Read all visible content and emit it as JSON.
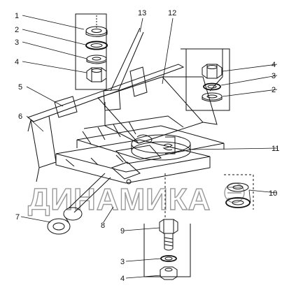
{
  "callouts": {
    "c1": "1",
    "c2_left": "2",
    "c3_left": "3",
    "c4_left": "4",
    "c5": "5",
    "c6": "6",
    "c7": "7",
    "c8": "8",
    "c9": "9",
    "c10": "10",
    "c11": "11",
    "c12": "12",
    "c13": "13",
    "c4_right": "4",
    "c3_right": "3",
    "c2_right": "2",
    "c3_bottom": "3",
    "c4_bottom": "4"
  },
  "watermark": "ДИНАМИКА"
}
